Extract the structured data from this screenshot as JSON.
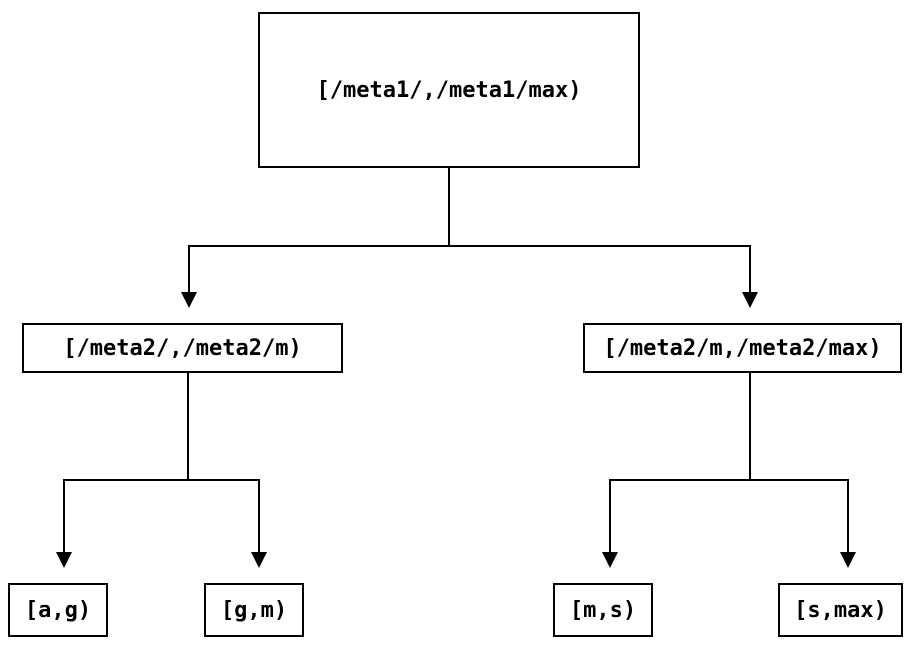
{
  "diagram": {
    "type": "tree",
    "background_color": "#ffffff",
    "line_color": "#000000",
    "node_border_color": "#000000",
    "node_fill_color": "#ffffff",
    "text_color": "#000000",
    "nodes": [
      {
        "id": "root",
        "label": "[/meta1/,/meta1/max)",
        "level": 0
      },
      {
        "id": "left",
        "label": "[/meta2/,/meta2/m)",
        "level": 1
      },
      {
        "id": "right",
        "label": "[/meta2/m,/meta2/max)",
        "level": 1
      },
      {
        "id": "leaf-ag",
        "label": "[a,g)",
        "level": 2
      },
      {
        "id": "leaf-gm",
        "label": "[g,m)",
        "level": 2
      },
      {
        "id": "leaf-ms",
        "label": "[m,s)",
        "level": 2
      },
      {
        "id": "leaf-smax",
        "label": "[s,max)",
        "level": 2
      }
    ],
    "edges": [
      {
        "from": "root",
        "to": "left",
        "arrow": "down"
      },
      {
        "from": "root",
        "to": "right",
        "arrow": "down"
      },
      {
        "from": "left",
        "to": "leaf-ag",
        "arrow": "down"
      },
      {
        "from": "left",
        "to": "leaf-gm",
        "arrow": "down"
      },
      {
        "from": "right",
        "to": "leaf-ms",
        "arrow": "down"
      },
      {
        "from": "right",
        "to": "leaf-smax",
        "arrow": "down"
      }
    ]
  }
}
